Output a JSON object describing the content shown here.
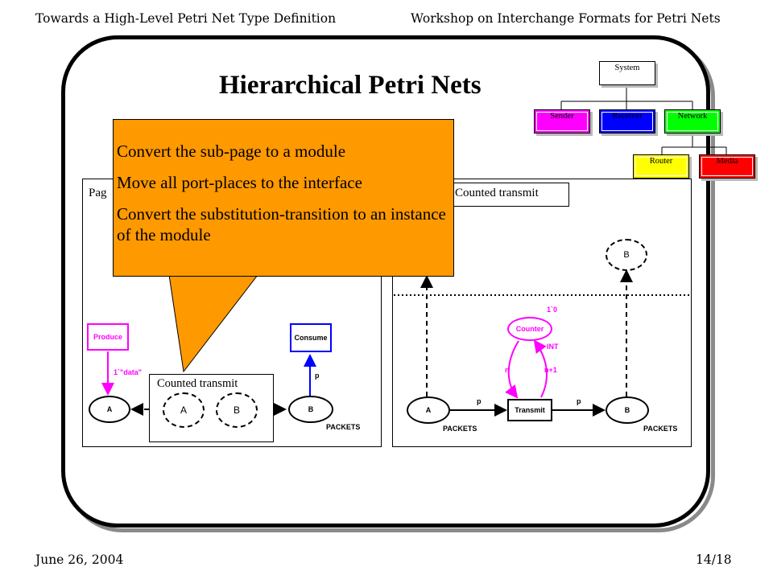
{
  "header": {
    "left": "Towards a High-Level Petri Net Type Definition",
    "right": "Workshop on Interchange Formats for Petri Nets"
  },
  "slide": {
    "title": "Hierarchical Petri Nets"
  },
  "hierarchy": {
    "root": "System",
    "level1": [
      {
        "label": "Sender",
        "color": "#ff00ff"
      },
      {
        "label": "Receiver",
        "color": "#0000ff"
      },
      {
        "label": "Network",
        "color": "#00ff00"
      }
    ],
    "level2": [
      {
        "label": "Router",
        "color": "#ffff00"
      },
      {
        "label": "Media",
        "color": "#ff0000"
      }
    ]
  },
  "left_panel": {
    "page_label": "Pag",
    "produce": "Produce",
    "consume": "Consume",
    "inscription_data": "1`\"data\"",
    "inscription_p": "p",
    "place_a": "A",
    "place_b": "B",
    "packets": "PACKETS",
    "subpage_label": "Counted transmit",
    "sub_a": "A",
    "sub_b": "B"
  },
  "right_panel": {
    "page_label": "Counted transmit",
    "port_b": "B",
    "counter": "Counter",
    "counter_init": "1`0",
    "counter_type": "INT",
    "arc_n": "n",
    "arc_n1": "n+1",
    "transmit": "Transmit",
    "arc_p1": "p",
    "arc_p2": "p",
    "place_a": "A",
    "place_b": "B",
    "packets_a": "PACKETS",
    "packets_b": "PACKETS"
  },
  "callout": {
    "line1": "Convert  the sub-page to a module",
    "line2": "Move all port-places to the interface",
    "line3": "Convert the substitution-transition to an instance of the module"
  },
  "footer": {
    "date": "June 26, 2004",
    "page": "14/18"
  },
  "colors": {
    "callout": "#ff9900",
    "produce": "#ff00ff",
    "consume": "#0000ff",
    "counter": "#ff00ff"
  }
}
